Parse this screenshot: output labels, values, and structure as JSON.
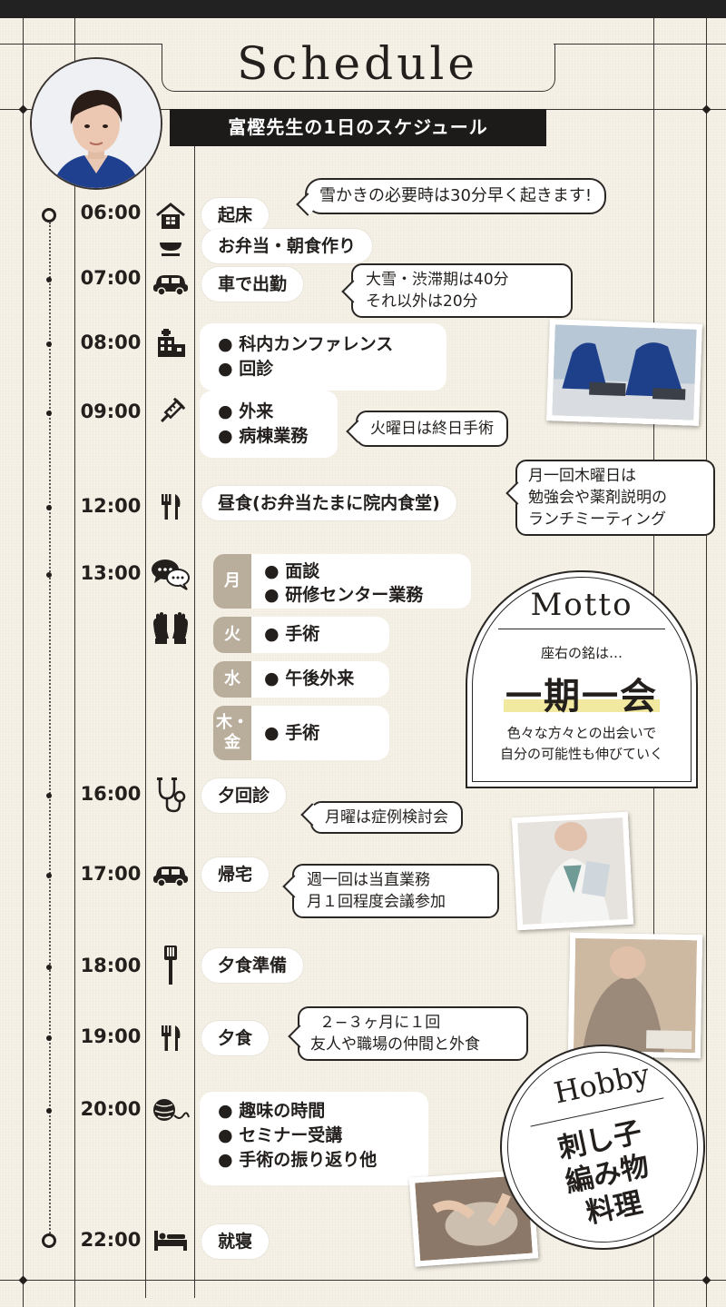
{
  "header": {
    "title": "Schedule",
    "subtitle": "富樫先生の1日のスケジュール"
  },
  "schedule": [
    {
      "time": "06:00",
      "icon": "house-icon",
      "items": [
        "起床",
        "お弁当・朝食作り"
      ],
      "note": "雪かきの必要時は30分早く起きます!"
    },
    {
      "time": "07:00",
      "icon": "car-icon",
      "items": [
        "車で出勤"
      ],
      "note_lines": [
        "大雪・渋滞期は40分",
        "それ以外は20分"
      ]
    },
    {
      "time": "08:00",
      "icon": "hospital-icon",
      "items": [
        "● 科内カンファレンス",
        "● 回診"
      ]
    },
    {
      "time": "09:00",
      "icon": "syringe-icon",
      "items": [
        "● 外来",
        "● 病棟業務"
      ],
      "note": "火曜日は終日手術"
    },
    {
      "time": "12:00",
      "icon": "fork-knife-icon",
      "items": [
        "昼食(お弁当たまに院内食堂)"
      ],
      "note_lines": [
        "月一回木曜日は",
        "勉強会や薬剤説明の",
        "ランチミーティング"
      ]
    },
    {
      "time": "13:00",
      "icon": "chat-icon",
      "days": [
        {
          "day": "月",
          "items": [
            "● 面談",
            "● 研修センター業務"
          ]
        },
        {
          "day": "火",
          "items": [
            "● 手術"
          ]
        },
        {
          "day": "水",
          "items": [
            "● 午後外来"
          ]
        },
        {
          "day": "木・金",
          "items": [
            "● 手術"
          ]
        }
      ]
    },
    {
      "time": "16:00",
      "icon": "stethoscope-icon",
      "items": [
        "夕回診"
      ],
      "note": "月曜は症例検討会"
    },
    {
      "time": "17:00",
      "icon": "car-icon",
      "items": [
        "帰宅"
      ],
      "note_lines": [
        "週一回は当直業務",
        "月１回程度会議参加"
      ]
    },
    {
      "time": "18:00",
      "icon": "spatula-icon",
      "items": [
        "夕食準備"
      ]
    },
    {
      "time": "19:00",
      "icon": "fork-knife-icon",
      "items": [
        "夕食"
      ],
      "note_lines": [
        "２−３ヶ月に１回",
        "友人や職場の仲間と外食"
      ]
    },
    {
      "time": "20:00",
      "icon": "yarn-icon",
      "items": [
        "● 趣味の時間",
        "● セミナー受講",
        "● 手術の振り返り他"
      ]
    },
    {
      "time": "22:00",
      "icon": "bed-icon",
      "items": [
        "就寝"
      ]
    }
  ],
  "motto": {
    "heading": "Motto",
    "lead": "座右の銘は…",
    "phrase": "一期一会",
    "lines": [
      "色々な方々との出会いで",
      "自分の可能性も伸びていく"
    ]
  },
  "hobby": {
    "heading": "Hobby",
    "items": [
      "刺し子",
      "編み物",
      "料理"
    ]
  },
  "colors": {
    "accent": "#231f1d",
    "day_tab": "#b9ad9c",
    "background": "#f6f1e6",
    "highlight": "#f2e9a0"
  }
}
